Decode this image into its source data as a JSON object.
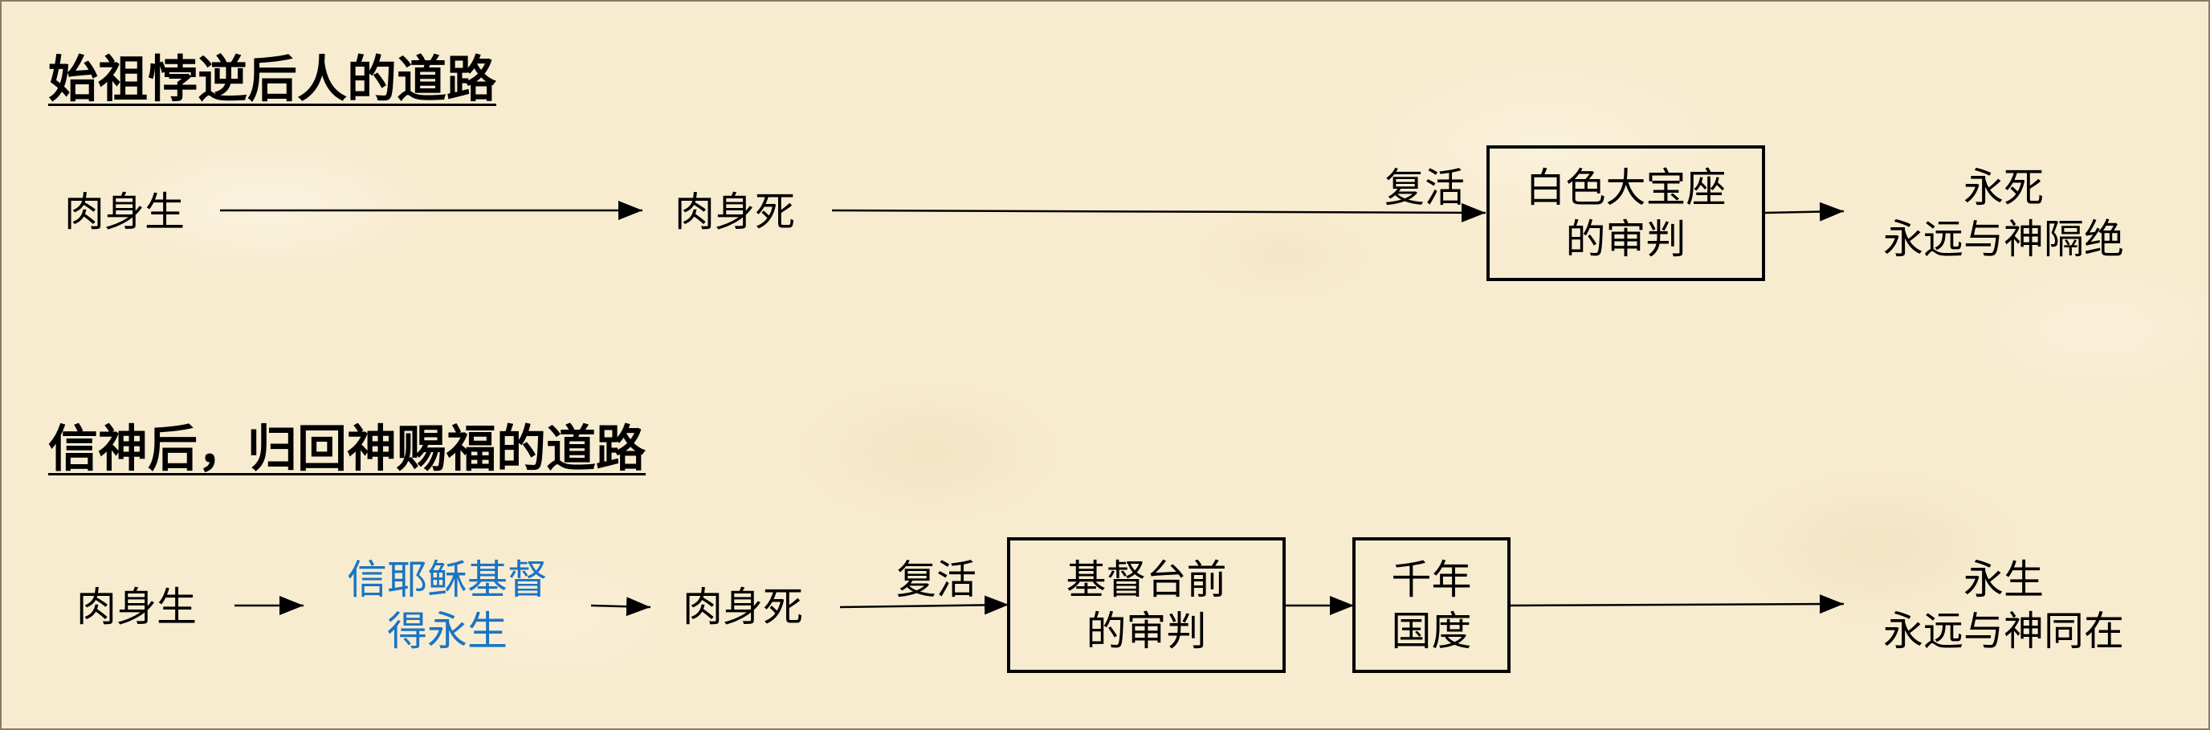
{
  "path1": {
    "title": "始祖悖逆后人的道路",
    "flesh_birth": "肉身生",
    "flesh_death": "肉身死",
    "resurrection": "复活",
    "judgment": {
      "line1": "白色大宝座",
      "line2": "的审判"
    },
    "outcome": {
      "line1": "永死",
      "line2": "永远与神隔绝"
    }
  },
  "path2": {
    "title": "信神后，归回神赐福的道路",
    "flesh_birth": "肉身生",
    "believe": {
      "line1": "信耶稣基督",
      "line2": "得永生"
    },
    "flesh_death": "肉身死",
    "resurrection": "复活",
    "judgment": {
      "line1": "基督台前",
      "line2": "的审判"
    },
    "millennium": {
      "line1": "千年",
      "line2": "国度"
    },
    "outcome": {
      "line1": "永生",
      "line2": "永远与神同在"
    }
  },
  "colors": {
    "background": "#f8ecd0",
    "text": "#000000",
    "highlight": "#1a74c4"
  }
}
